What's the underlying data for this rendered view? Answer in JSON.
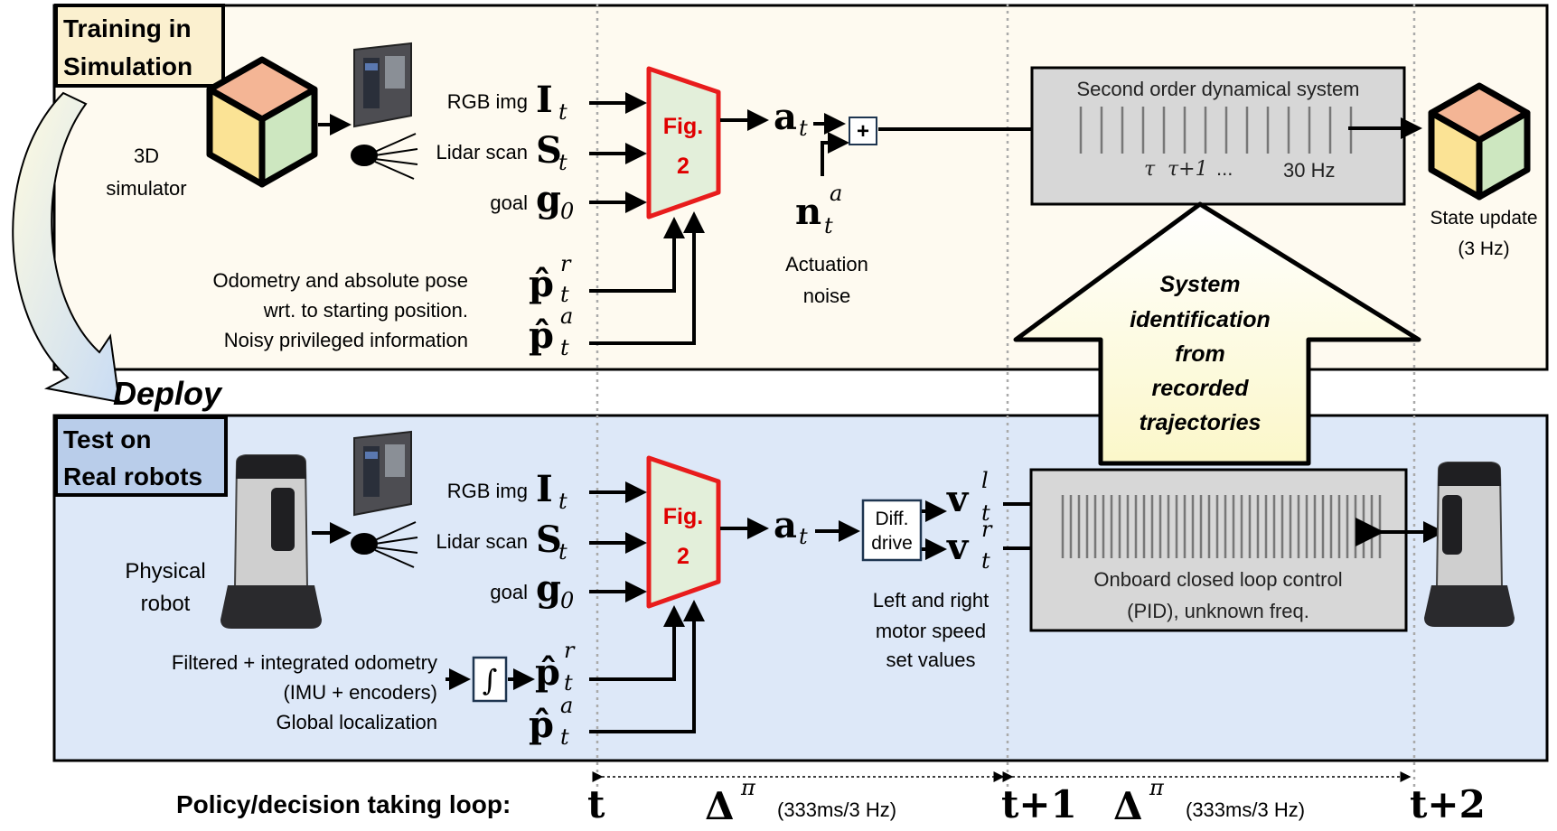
{
  "panels": {
    "sim": {
      "tag_line1": "Training in",
      "tag_line2": "Simulation",
      "bg": "#fefaf0"
    },
    "real": {
      "tag_line1": "Test on",
      "tag_line2": "Real robots",
      "bg": "#dde8f8"
    }
  },
  "deploy_label": "Deploy",
  "sim": {
    "simulator_line1": "3D",
    "simulator_line2": "simulator",
    "inputs": [
      {
        "label": "RGB img",
        "sym": "I",
        "sub": "t"
      },
      {
        "label": "Lidar scan",
        "sym": "S",
        "sub": "t"
      },
      {
        "label": "goal",
        "sym": "g",
        "sub": "0"
      }
    ],
    "pose_text": [
      "Odometry and absolute pose",
      "wrt. to starting position.",
      "Noisy privileged information"
    ],
    "pose_syms": [
      {
        "sym": "p̂",
        "sup": "r",
        "sub": "t"
      },
      {
        "sym": "p̂",
        "sup": "a",
        "sub": "t"
      }
    ],
    "fig_line1": "Fig.",
    "fig_line2": "2",
    "action": {
      "sym": "a",
      "sub": "t"
    },
    "plus": "+",
    "noise_sym": {
      "sym": "n",
      "sup": "a",
      "sub": "t"
    },
    "noise_line1": "Actuation",
    "noise_line2": "noise",
    "dyn_title": "Second order dynamical system",
    "tau1": "τ",
    "tau2": "τ+1",
    "tau_dots": "...",
    "freq": "30 Hz",
    "state_line1": "State update",
    "state_line2": "(3 Hz)"
  },
  "sysid": [
    "System",
    "identification",
    "from",
    "recorded",
    "trajectories"
  ],
  "real": {
    "robot_line1": "Physical",
    "robot_line2": "robot",
    "inputs": [
      {
        "label": "RGB img",
        "sym": "I",
        "sub": "t"
      },
      {
        "label": "Lidar scan",
        "sym": "S",
        "sub": "t"
      },
      {
        "label": "goal",
        "sym": "g",
        "sub": "0"
      }
    ],
    "odo_text": [
      "Filtered + integrated odometry",
      "(IMU + encoders)",
      "Global localization"
    ],
    "integral": "∫",
    "pose_syms": [
      {
        "sym": "p̂",
        "sup": "r",
        "sub": "t"
      },
      {
        "sym": "p̂",
        "sup": "a",
        "sub": "t"
      }
    ],
    "fig_line1": "Fig.",
    "fig_line2": "2",
    "action": {
      "sym": "a",
      "sub": "t"
    },
    "diff_line1": "Diff.",
    "diff_line2": "drive",
    "vel": [
      {
        "sym": "v",
        "sup": "l",
        "sub": "t"
      },
      {
        "sym": "v",
        "sup": "r",
        "sub": "t"
      }
    ],
    "motor_text": [
      "Left and right",
      "motor speed",
      "set values"
    ],
    "ctrl_line1": "Onboard closed loop control",
    "ctrl_line2": "(PID), unknown freq."
  },
  "timeline": {
    "label": "Policy/decision taking loop:",
    "t0": "t",
    "t1": "t+1",
    "t2": "t+2",
    "delta": "Δ",
    "delta_sup": "π",
    "period": "(333ms/3 Hz)"
  },
  "colors": {
    "cube_top": "#f4b595",
    "cube_left": "#fbe395",
    "cube_right": "#cde7c0",
    "fig_fill": "#e3efda",
    "fig_border": "#e81c1c",
    "sim_tag_bg": "#fbf0cf",
    "real_tag_bg": "#b9cdea",
    "dyn_box_bg": "#d7d7d7"
  }
}
